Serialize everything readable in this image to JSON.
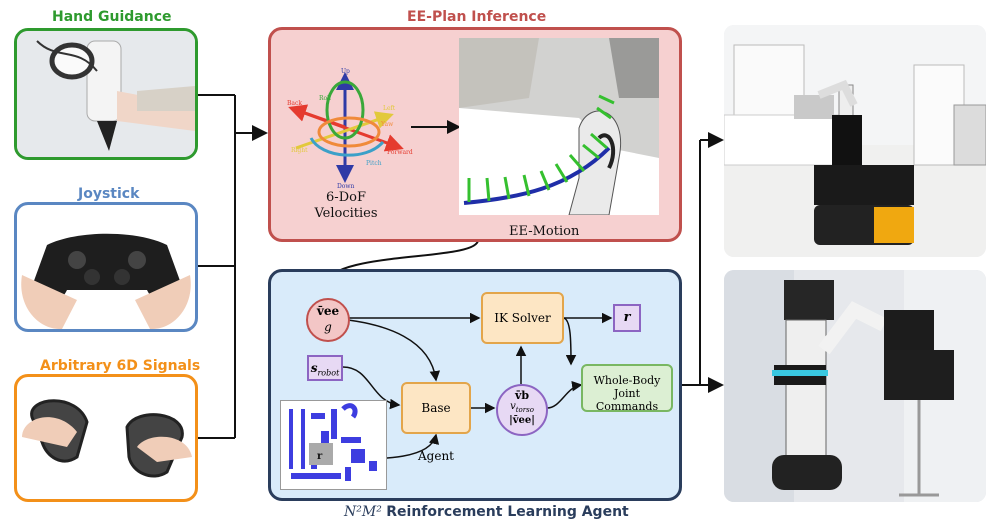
{
  "inputs": {
    "hand_guidance": "Hand Guidance",
    "joystick": "Joystick",
    "arbitrary": "Arbitrary 6D Signals"
  },
  "ee_plan": {
    "title": "EE-Plan Inference",
    "velocities_line1": "6-DoF",
    "velocities_line2": "Velocities",
    "ee_motion": "EE-Motion",
    "axes": {
      "up": "Up",
      "down": "Down",
      "back": "Back",
      "forward": "Forward",
      "roll": "Roll",
      "pitch": "Pitch",
      "yaw": "Yaw",
      "right": "Right",
      "left": "Left"
    }
  },
  "rl_agent": {
    "title_math": "N²M²",
    "title_text": "Reinforcement Learning Agent",
    "node_vee": "v̄ee",
    "node_g": "g",
    "node_srobot": "s",
    "node_srobot_sub": "robot",
    "ik_solver": "IK Solver",
    "node_r": "r",
    "base_agent": "Base Agent",
    "node_vb": "v̄b",
    "node_vtorso": "v",
    "node_vtorso_sub": "torso",
    "node_norm": "|v̄ee|",
    "wbjc_line1": "Whole-Body Joint",
    "wbjc_line2": "Commands"
  },
  "colors": {
    "green": "#2e9a2e",
    "blue": "#5a87c2",
    "orange": "#f39019",
    "red_border": "#c0504d",
    "red_fill": "#f6d0d0",
    "navy_border": "#2a3d5c",
    "blue_fill": "#d9ebfa"
  }
}
